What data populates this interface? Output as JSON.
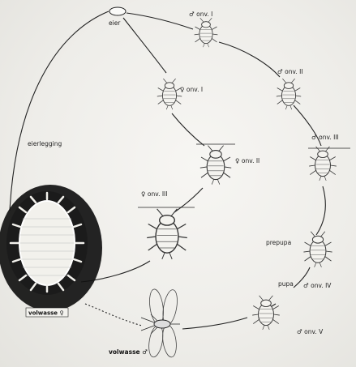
{
  "diagram": {
    "labels": {
      "eier": "eier",
      "m_onv_1": "♂ onv. I",
      "f_onv_1": "♀ onv. I",
      "m_onv_2": "♂ onv. II",
      "f_onv_2": "♀ onv. II",
      "m_onv_3": "♂ onv. III",
      "f_onv_3": "♀ onv. III",
      "eierlegging": "eierlegging",
      "prepupa": "prepupa",
      "m_onv_4": "♂ onv. IV",
      "pupa": "pupa",
      "m_onv_5": "♂ onv. V",
      "adult_female": "volwasse ♀",
      "adult_male": "volwasse ♂"
    },
    "colors": {
      "line": "#222222",
      "insect": "#333333",
      "wax_halo": "#111111"
    }
  }
}
